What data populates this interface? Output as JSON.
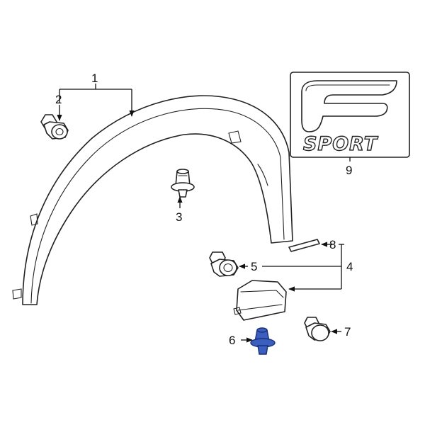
{
  "callouts": {
    "c1": "1",
    "c2": "2",
    "c3": "3",
    "c4": "4",
    "c5": "5",
    "c6": "6",
    "c7": "7",
    "c8": "8",
    "c9": "9"
  },
  "emblem": {
    "text": "SPORT"
  },
  "colors": {
    "highlight_part": "#3A5FBF",
    "highlight_stroke": "#1A2F7A",
    "line": "#111111"
  }
}
